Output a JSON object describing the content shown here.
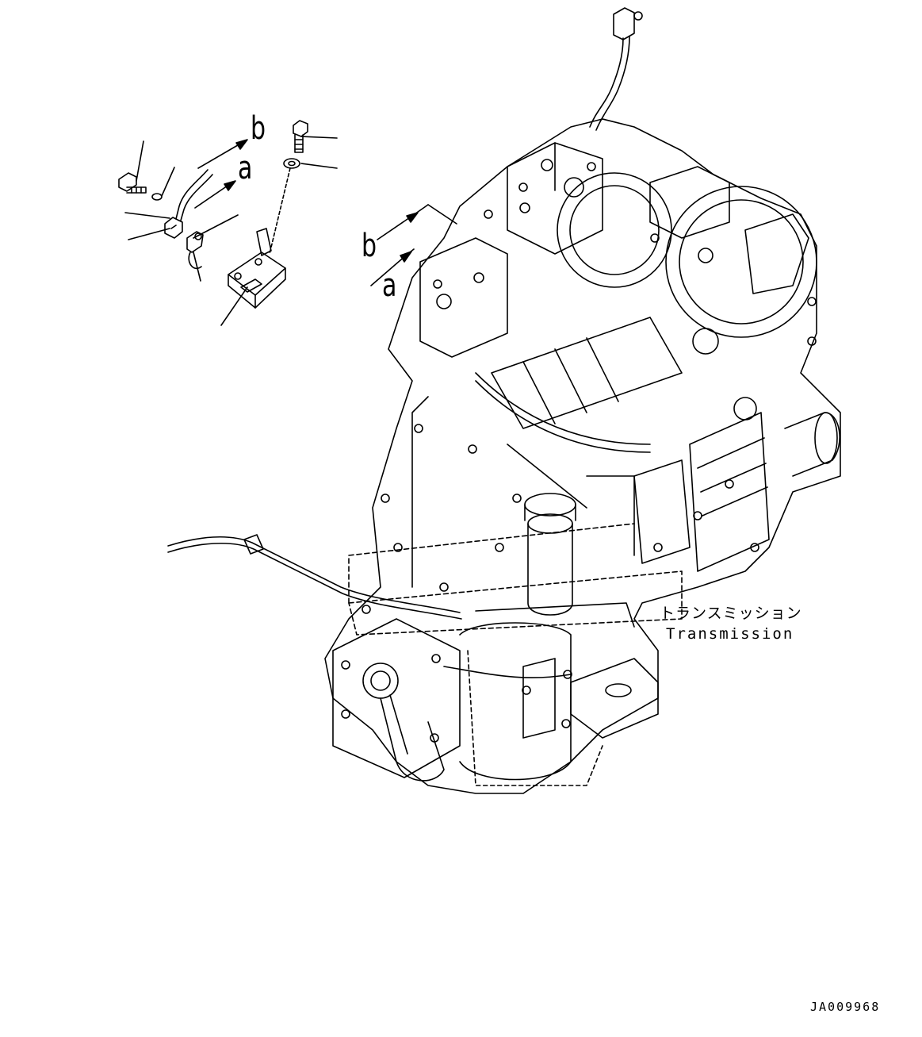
{
  "diagram": {
    "callouts": {
      "detail_b": "b",
      "detail_a": "a",
      "main_b": "b",
      "main_a": "a"
    },
    "label_jp": "トランスミッション",
    "label_en": "Transmission",
    "drawing_code": "JA009968"
  },
  "colors": {
    "line": "#000000",
    "background": "#ffffff"
  }
}
